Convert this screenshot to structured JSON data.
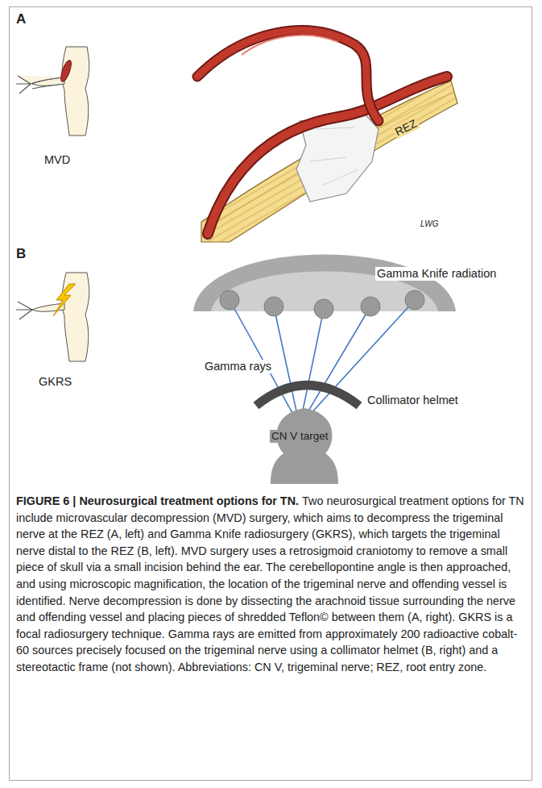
{
  "diagram": {
    "title": "FIGURE 6 | Neurosurgical treatment options for TN.",
    "caption": "Two neurosurgical treatment options for TN include microvascular decompression (MVD) surgery, which aims to decompress the trigeminal nerve at the REZ (A, left) and Gamma Knife radiosurgery (GKRS), which targets the trigeminal nerve distal to the REZ (B, left). MVD surgery uses a retrosigmoid craniotomy to remove a small piece of skull via a small incision behind the ear. The cerebellopontine angle is then approached, and using microscopic magnification, the location of the trigeminal nerve and offending vessel is identified. Nerve decompression is done by dissecting the arachnoid tissue surrounding the nerve and offending vessel and placing pieces of shredded Teflon© between them (A, right). GKRS is a focal radiosurgery technique. Gamma rays are emitted from approximately 200 radioactive cobalt-60 sources precisely focused on the trigeminal nerve using a collimator helmet (B, right) and a stereotactic frame (not shown). Abbreviations: CN V, trigeminal nerve; REZ, root entry zone.",
    "labels": [
      "A",
      "MVD",
      "REZ",
      "LWG",
      "B",
      "GKRS",
      "Gamma Knife radiation",
      "Gamma rays",
      "Collimator helmet",
      "CN V target"
    ]
  }
}
